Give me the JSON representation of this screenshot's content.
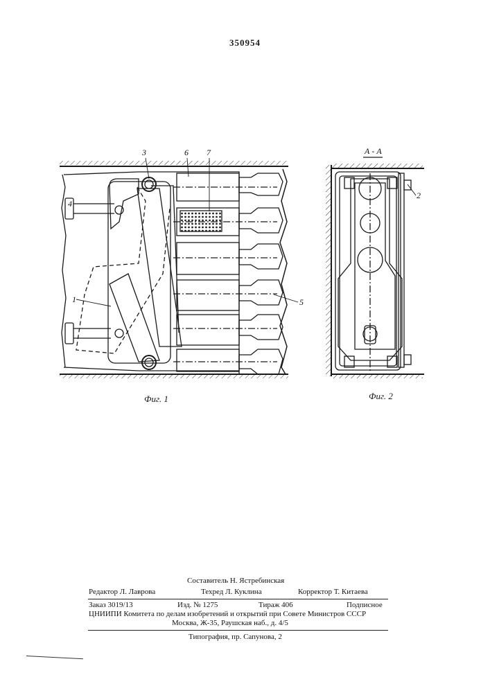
{
  "patent_number": "350954",
  "figures": {
    "fig1": {
      "label": "Фиг. 1",
      "callouts": [
        "1",
        "3",
        "4",
        "5",
        "6",
        "7"
      ]
    },
    "fig2": {
      "label": "Фиг. 2",
      "section": "А - А",
      "callouts": [
        "2"
      ]
    }
  },
  "imprint": {
    "compiler": "Составитель Н. Ястребинская",
    "editor": "Редактор Л. Лаврова",
    "techred": "Техред Л. Куклина",
    "corrector": "Корректор Т. Китаева",
    "order": "Заказ 3019/13",
    "edition": "Изд. № 1275",
    "circulation": "Тираж 406",
    "subscription": "Подписное",
    "org_line1": "ЦНИИПИ Комитета по делам изобретений и открытий при Совете Министров СССР",
    "org_line2": "Москва, Ж-35, Раушская наб., д. 4/5",
    "printer": "Типография, пр. Сапунова, 2"
  }
}
